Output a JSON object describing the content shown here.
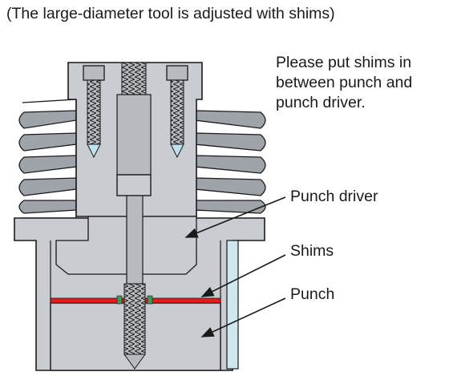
{
  "title": "(The large-diameter tool is adjusted with shims)",
  "note": {
    "line1": "Please put shims in",
    "line2": "between punch and",
    "line3": "punch driver."
  },
  "callouts": {
    "punch_driver": "Punch driver",
    "shims": "Shims",
    "punch": "Punch"
  },
  "colors": {
    "body_fill": "#c9ccd0",
    "outline": "#1a1a1a",
    "shim": "#e31b1b",
    "guide_glass": "#cfe8f0",
    "hole_blue": "#bfe3f0"
  }
}
